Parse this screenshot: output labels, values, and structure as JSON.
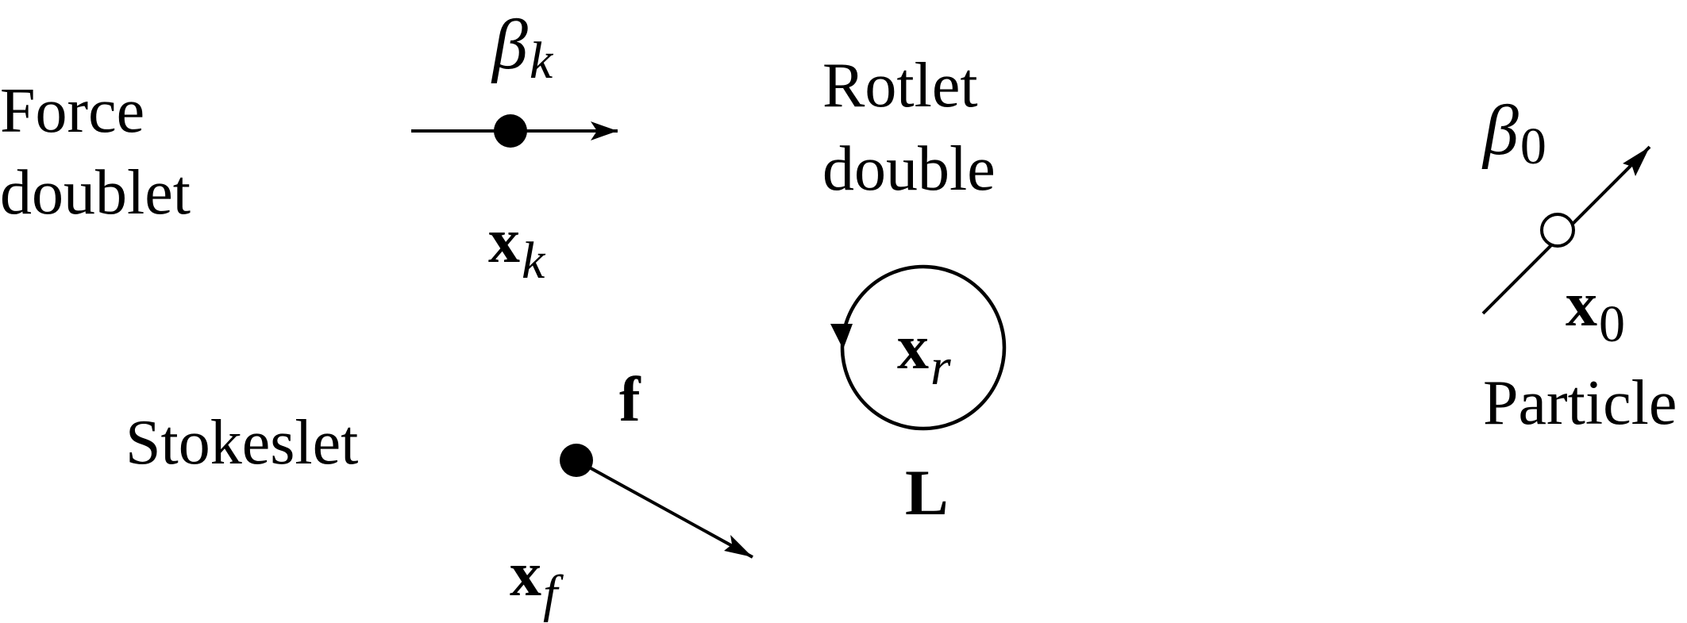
{
  "labels": {
    "force_doublet_line1": "Force",
    "force_doublet_line2": "doublet",
    "rotlet_double_line1": "Rotlet",
    "rotlet_double_line2": "double",
    "stokeslet": "Stokeslet",
    "particle": "Particle"
  },
  "symbols": {
    "beta_k": {
      "base": "β",
      "sub": "k"
    },
    "x_k": {
      "base": "x",
      "sub": "k"
    },
    "x_r": {
      "base": "x",
      "sub": "r"
    },
    "f": "f",
    "L": "L",
    "x_f": {
      "base": "x",
      "sub": "f"
    },
    "beta_0": {
      "base": "β",
      "sub": "0"
    },
    "x_0": {
      "base": "x",
      "sub": "0"
    }
  }
}
